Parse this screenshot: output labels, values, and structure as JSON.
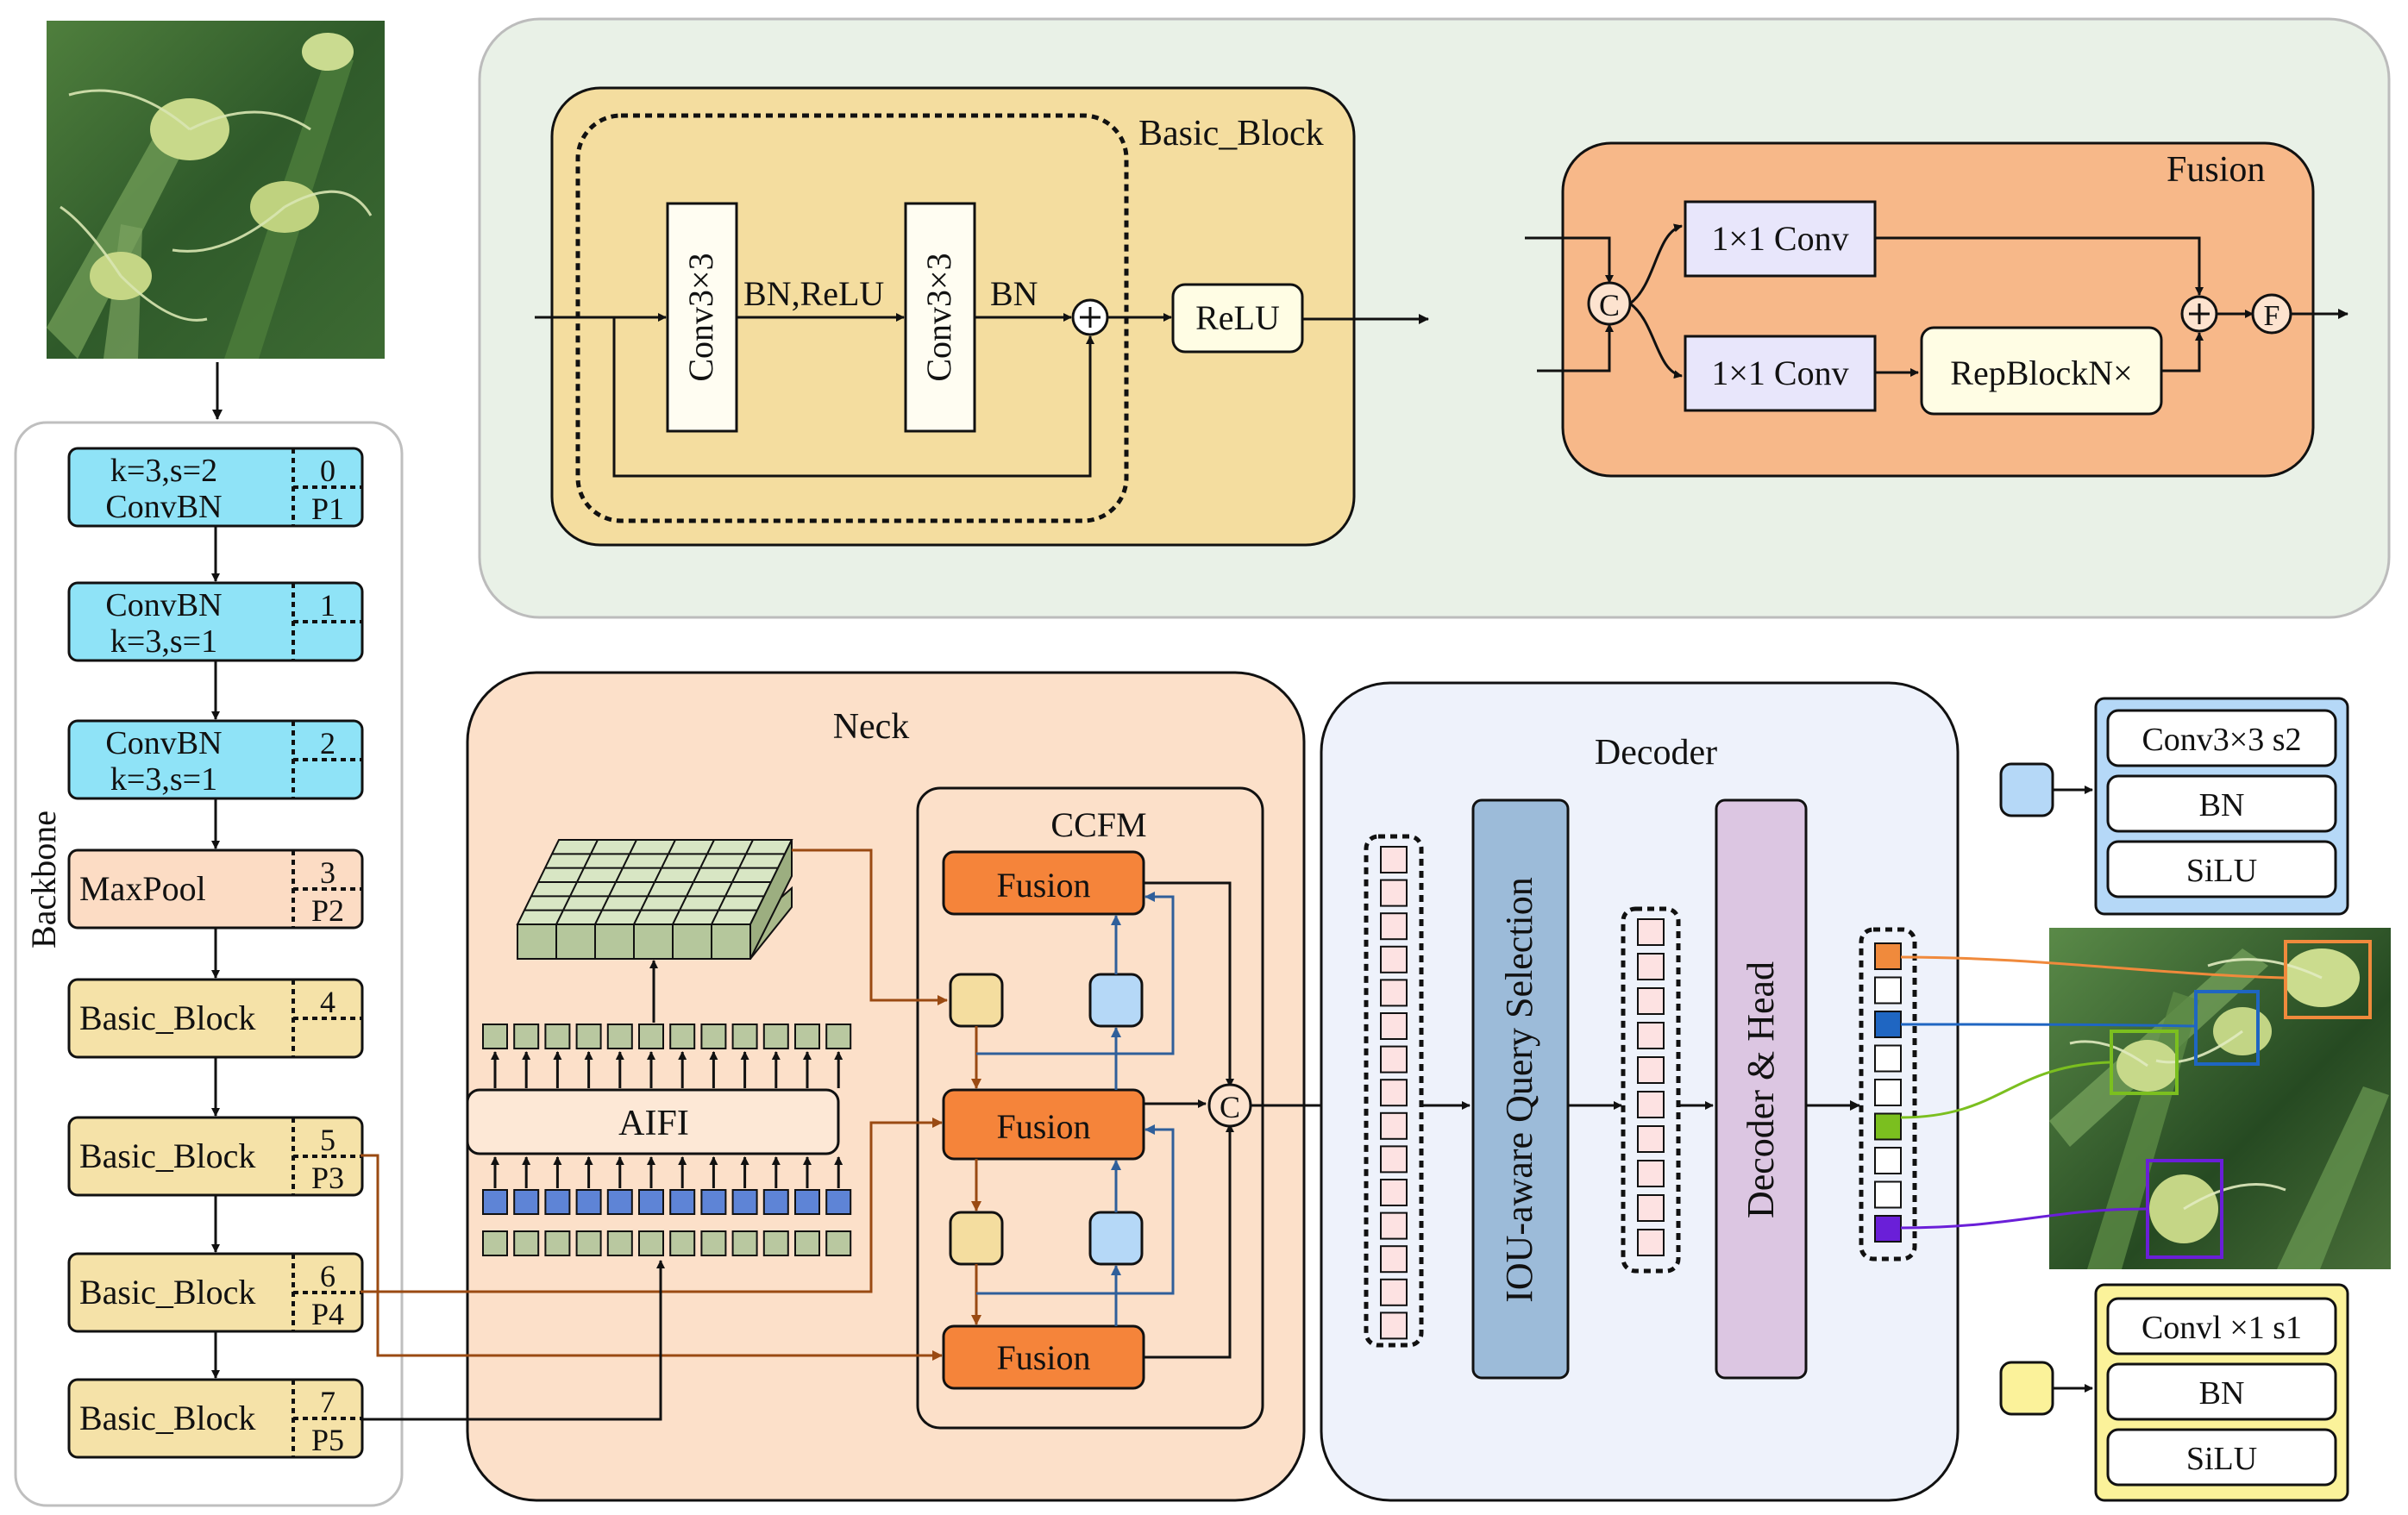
{
  "input_image": {
    "alt": "wheat ears in field (input)"
  },
  "output_image": {
    "alt": "wheat ears with colored detection boxes"
  },
  "backbone": {
    "title": "Backbone",
    "blocks": [
      {
        "line1": "k=3,s=2",
        "line2": "ConvBN",
        "index": "0",
        "level": "P1",
        "color": "#8fe3f7"
      },
      {
        "line1": "ConvBN",
        "line2": "k=3,s=1",
        "index": "1",
        "level": "",
        "color": "#8fe3f7"
      },
      {
        "line1": "ConvBN",
        "line2": "k=3,s=1",
        "index": "2",
        "level": "",
        "color": "#8fe3f7"
      },
      {
        "line1": "MaxPool",
        "line2": "",
        "index": "3",
        "level": "P2",
        "color": "#fcdcc4"
      },
      {
        "line1": "Basic_Block",
        "line2": "",
        "index": "4",
        "level": "",
        "color": "#f5e2a8"
      },
      {
        "line1": "Basic_Block",
        "line2": "",
        "index": "5",
        "level": "P3",
        "color": "#f5e2a8"
      },
      {
        "line1": "Basic_Block",
        "line2": "",
        "index": "6",
        "level": "P4",
        "color": "#f5e2a8"
      },
      {
        "line1": "Basic_Block",
        "line2": "",
        "index": "7",
        "level": "P5",
        "color": "#f5e2a8"
      }
    ]
  },
  "basic_block": {
    "title": "Basic_Block",
    "conv1": "Conv3×3",
    "conv2": "Conv3×3",
    "after_conv1": "BN,ReLU",
    "after_conv2": "BN",
    "relu": "ReLU"
  },
  "fusion_detail": {
    "title": "Fusion",
    "concat": "C",
    "conv_top": "1×1 Conv",
    "conv_bottom": "1×1 Conv",
    "repblock": "RepBlockN×",
    "fuse": "F"
  },
  "neck": {
    "title": "Neck",
    "aifi": "AIFI",
    "ccfm_title": "CCFM",
    "fusion_labels": [
      "Fusion",
      "Fusion",
      "Fusion"
    ],
    "concat": "C"
  },
  "decoder": {
    "title": "Decoder",
    "query_selection": "IOU-aware Query Selection",
    "decoder_head": "Decoder & Head"
  },
  "legend": {
    "blue_block": {
      "rows": [
        "Conv3×3 s2",
        "BN",
        "SiLU"
      ]
    },
    "yellow_block": {
      "rows": [
        "Convl ×1 s1",
        "BN",
        "SiLU"
      ]
    }
  },
  "colors": {
    "top_panel": "#e9f1e7",
    "basic_block_bg": "#f4dd9f",
    "fusion_bg": "#f7b889",
    "neck_bg": "#fce0c9",
    "decoder_bg": "#eef2fb",
    "fusion_box": "#f5843a",
    "query_sel": "#9cbbd9",
    "decoder_head": "#dcc6e2",
    "arrow_brown": "#9a4a12",
    "arrow_blue": "#2f5f9a"
  },
  "detection_colors": [
    "#f08a3c",
    "#1f66c2",
    "#7bbf1f",
    "#6a1fd8"
  ]
}
